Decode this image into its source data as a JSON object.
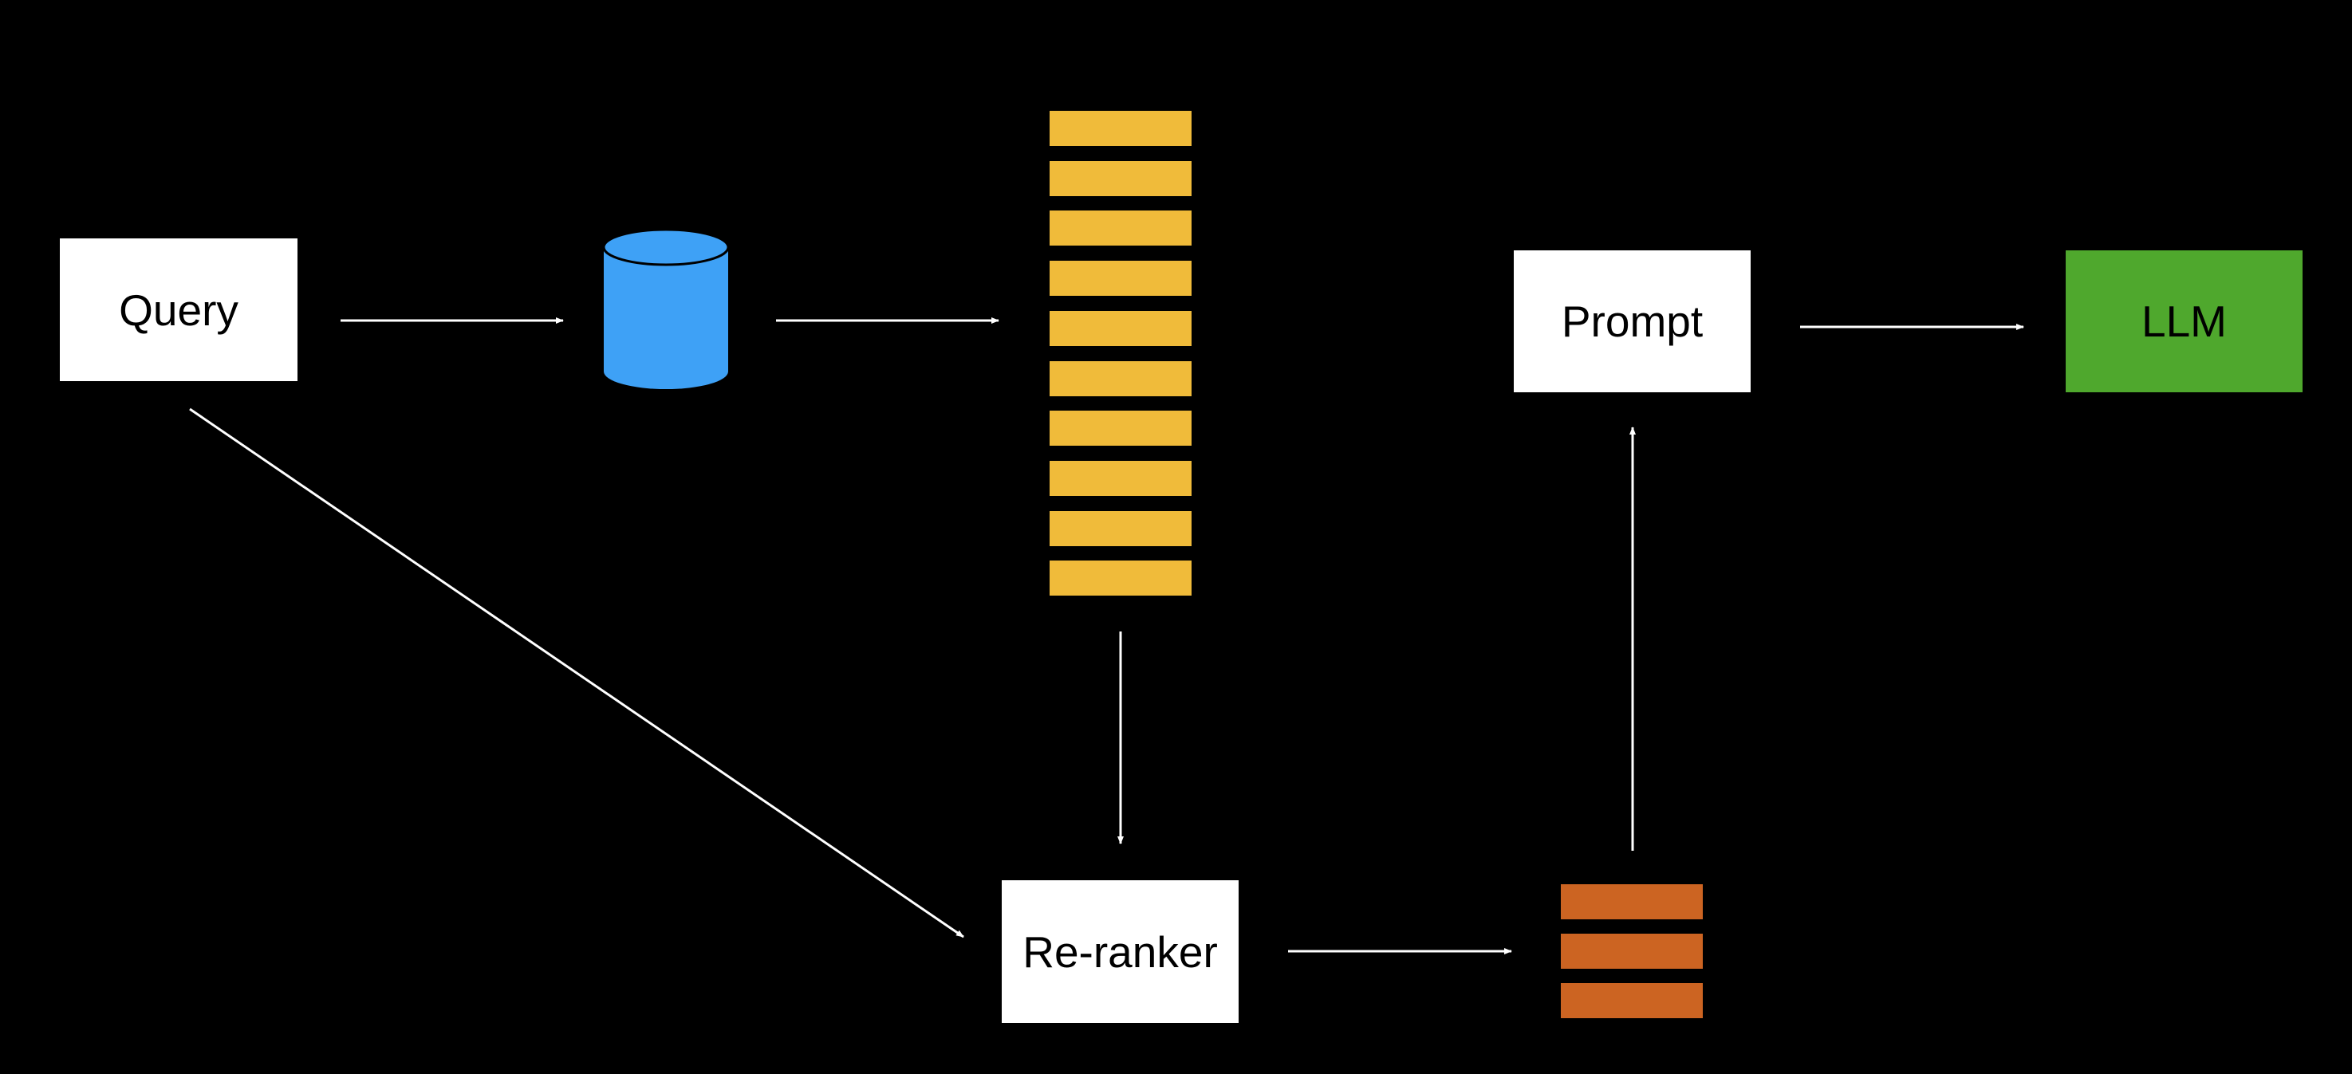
{
  "nodes": {
    "query": "Query",
    "prompt": "Prompt",
    "llm": "LLM",
    "reranker": "Re-ranker"
  },
  "icons": {
    "vector_db": "database-cylinder-icon"
  },
  "stacks": {
    "retrieved_count": 10,
    "reranked_count": 3
  },
  "colors": {
    "background": "#000000",
    "node_fill": "#ffffff",
    "node_text": "#000000",
    "llm_fill": "#4fa82d",
    "database": "#3ea1f6",
    "retrieved_bar": "#f0bb3a",
    "reranked_bar": "#cc6422",
    "connector": "#ffffff"
  }
}
